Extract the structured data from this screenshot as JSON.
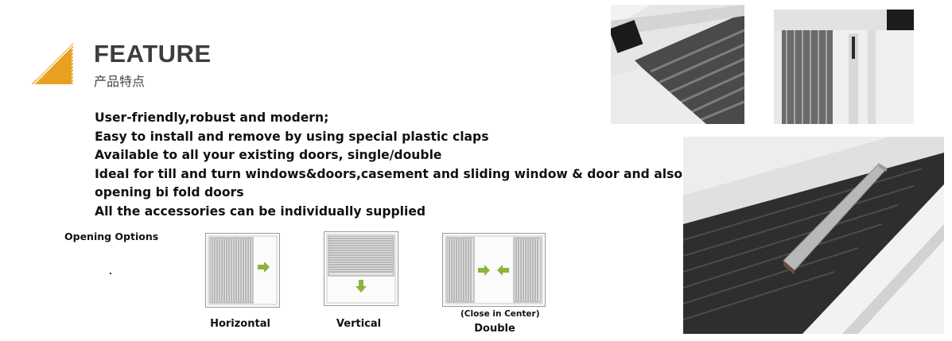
{
  "header": {
    "title": "FEATURE",
    "subtitle": "产品特点"
  },
  "features": [
    "User-friendly,robust and modern;",
    "Easy to install and remove by using special plastic claps",
    "Available to all your existing doors, single/double",
    "Ideal for till and turn windows&doors,casement and sliding window & door and also for large",
    "opening bi fold doors",
    "All the accessories can be individually supplied"
  ],
  "opening_options": {
    "heading": "Opening Options",
    "options": [
      {
        "label": "Horizontal",
        "icon": "arrow-right-icon"
      },
      {
        "label": "Vertical",
        "icon": "arrow-down-icon"
      },
      {
        "label": "Double",
        "note": "(Close in Center)",
        "icon": "arrows-inward-icon"
      }
    ]
  },
  "colors": {
    "logo_orange": "#e8a020",
    "arrow_green": "#8db33a",
    "frame_gray": "#b5b5b5"
  }
}
